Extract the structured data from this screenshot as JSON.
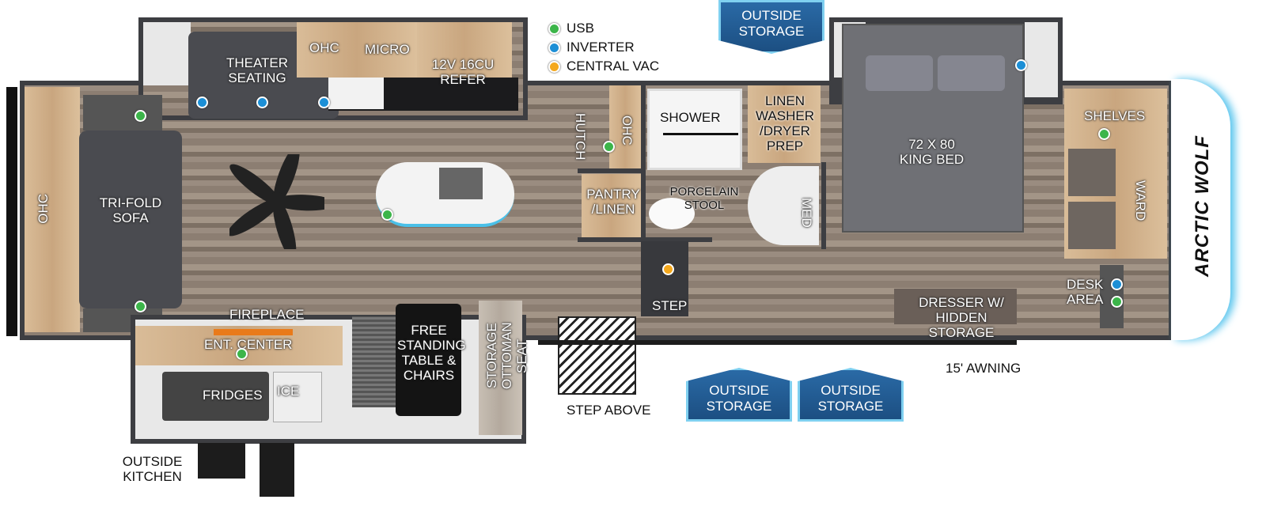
{
  "legend": [
    {
      "label": "USB",
      "color": "#3cb54a"
    },
    {
      "label": "INVERTER",
      "color": "#1c8fd6"
    },
    {
      "label": "CENTRAL VAC",
      "color": "#f4a81d"
    }
  ],
  "brand": "ARCTIC WOLF",
  "labels": {
    "theater_seating": "THEATER SEATING",
    "ohc_kitchen": "OHC",
    "micro": "MICRO",
    "refer": "12V 16CU REFER",
    "ohc_rear": "OHC",
    "sofa": "TRI-FOLD SOFA",
    "fireplace": "FIREPLACE",
    "ent_center": "ENT. CENTER",
    "fridges": "FRIDGES",
    "ice": "ICE",
    "outside_kitchen": "OUTSIDE KITCHEN",
    "table": "FREE STANDING TABLE & CHAIRS",
    "ottoman": "STORAGE OTTOMAN SEAT",
    "step_above": "STEP ABOVE",
    "hutch": "HUTCH",
    "ohc_hall": "OHC",
    "pantry": "PANTRY /LINEN",
    "shower": "SHOWER",
    "stool": "PORCELAIN STOOL",
    "linen": "LINEN WASHER /DRYER PREP",
    "med": "MED",
    "step": "STEP",
    "bed": "72 X 80 KING BED",
    "shelves": "SHELVES",
    "ward": "WARD",
    "desk": "DESK AREA",
    "dresser": "DRESSER W/ HIDDEN STORAGE",
    "awning": "15' AWNING"
  },
  "outside_storage": [
    "OUTSIDE STORAGE",
    "OUTSIDE STORAGE",
    "OUTSIDE STORAGE"
  ],
  "colors": {
    "usb": "#3cb54a",
    "inverter": "#1c8fd6",
    "central_vac": "#f4a81d",
    "storage": "#1c4f82"
  }
}
